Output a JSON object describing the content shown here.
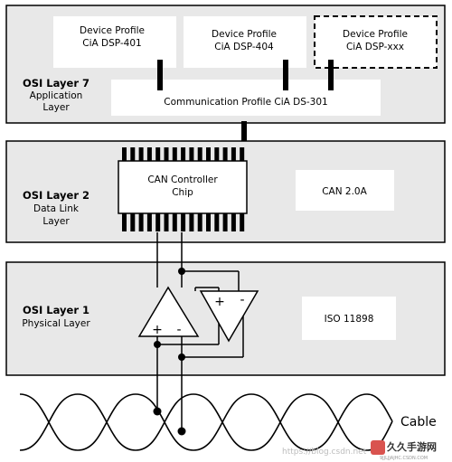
{
  "layer7": {
    "title": "OSI Layer 7",
    "sub1": "Application",
    "sub2": "Layer",
    "profiles": [
      {
        "line1": "Device Profile",
        "line2": "CiA DSP-401"
      },
      {
        "line1": "Device Profile",
        "line2": "CiA DSP-404"
      },
      {
        "line1": "Device Profile",
        "line2": "CiA DSP-xxx"
      }
    ],
    "comm_profile": "Communication Profile CiA DS-301"
  },
  "layer2": {
    "title": "OSI Layer 2",
    "sub1": "Data Link",
    "sub2": "Layer",
    "chip_line1": "CAN Controller",
    "chip_line2": "Chip",
    "standard": "CAN 2.0A"
  },
  "layer1": {
    "title": "OSI Layer 1",
    "sub1": "Physical Layer",
    "standard": "ISO 11898",
    "amp_left_plus": "+",
    "amp_left_minus": "-",
    "amp_right_plus": "+",
    "amp_right_minus": "-"
  },
  "cable_label": "Cable",
  "watermark": {
    "url": "https://blog.csdn.net",
    "logo": "久久手游网",
    "logo_sub": "9JJLJJAJHC.CSDN.COM"
  },
  "colors": {
    "layer_fill": "#e8e8e8",
    "box_fill": "#ffffff",
    "line": "#000000"
  }
}
